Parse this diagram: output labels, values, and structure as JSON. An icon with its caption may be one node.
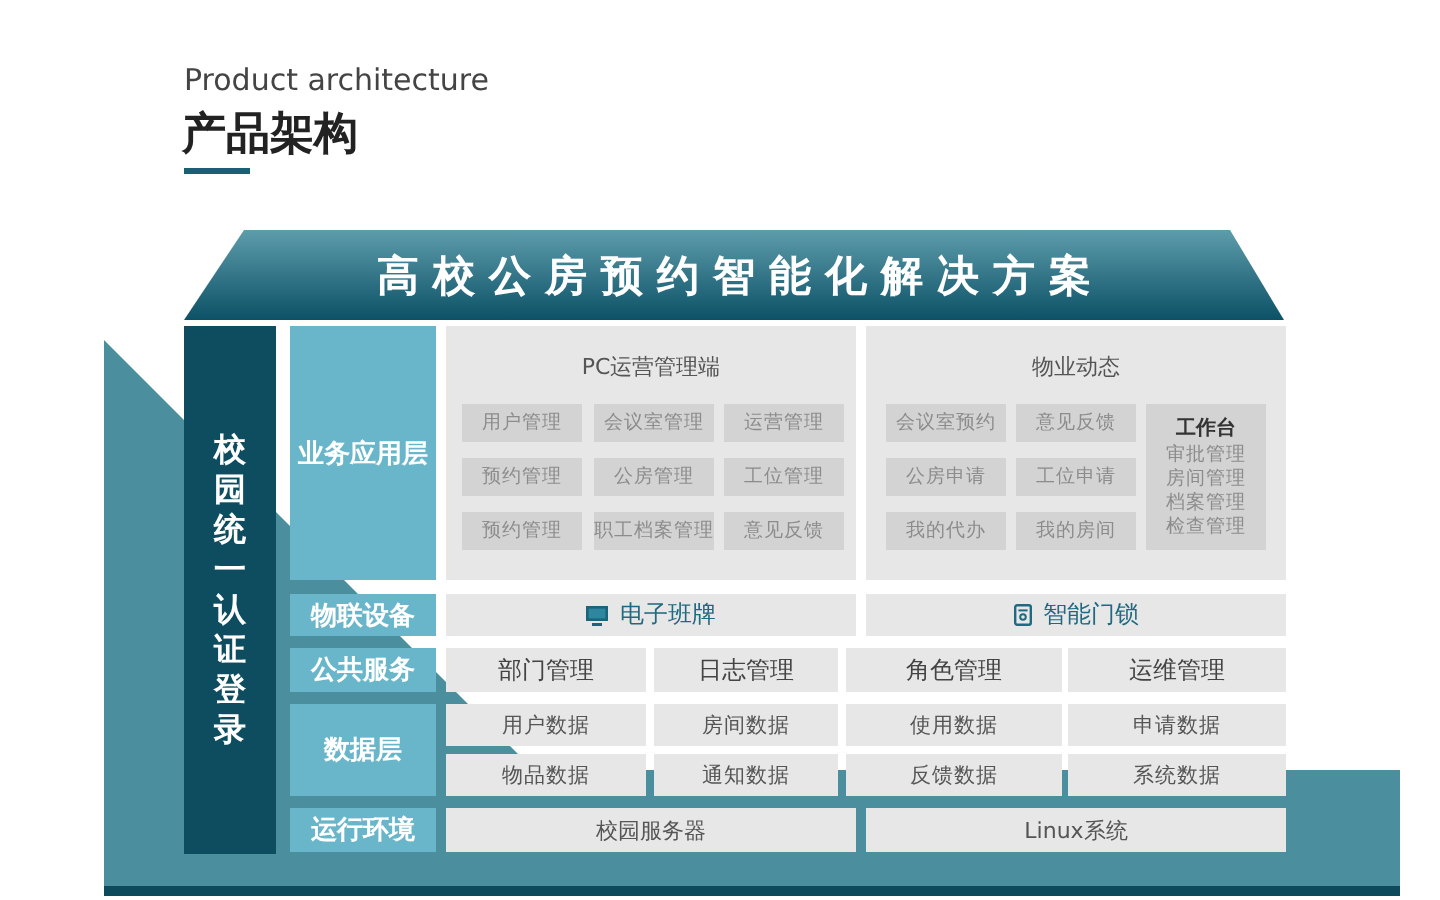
{
  "diagram": {
    "title": "产品架构",
    "nodes": [
      {
        "text": [
          "高校公房预约智能化解决方案"
        ]
      },
      {
        "text": [
          "校园统一认证登录"
        ]
      },
      {
        "text": [
          "业务应用层"
        ]
      },
      {
        "text": [
          "PC运营管理端"
        ]
      },
      {
        "text": [
          "用户管理"
        ],
        "in": 3
      },
      {
        "text": [
          "会议室管理"
        ],
        "in": 3
      },
      {
        "text": [
          "运营管理"
        ],
        "in": 3
      },
      {
        "text": [
          "预约管理"
        ],
        "in": 3
      },
      {
        "text": [
          "公房管理"
        ],
        "in": 3
      },
      {
        "text": [
          "工位管理"
        ],
        "in": 3
      },
      {
        "text": [
          "预约管理"
        ],
        "in": 3
      },
      {
        "text": [
          "职工档案管理"
        ],
        "in": 3
      },
      {
        "text": [
          "意见反馈"
        ],
        "in": 3
      },
      {
        "text": [
          "物业动态"
        ]
      },
      {
        "text": [
          "会议室预约"
        ],
        "in": 13
      },
      {
        "text": [
          "意见反馈"
        ],
        "in": 13
      },
      {
        "text": [
          "工作台",
          "审批管理",
          "房间管理",
          "档案管理",
          "检查管理"
        ],
        "in": 13
      },
      {
        "text": [
          "公房申请"
        ],
        "in": 13
      },
      {
        "text": [
          "工位申请"
        ],
        "in": 13
      },
      {
        "text": [
          "我的代办"
        ],
        "in": 13
      },
      {
        "text": [
          "我的房间"
        ],
        "in": 13
      },
      {
        "text": [
          "物联设备"
        ]
      },
      {
        "text": [
          "电子班牌"
        ]
      },
      {
        "text": [
          "智能门锁"
        ]
      },
      {
        "text": [
          "公共服务"
        ]
      },
      {
        "text": [
          "部门管理"
        ]
      },
      {
        "text": [
          "日志管理"
        ]
      },
      {
        "text": [
          "角色管理"
        ]
      },
      {
        "text": [
          "运维管理"
        ]
      },
      {
        "text": [
          "数据层"
        ]
      },
      {
        "text": [
          "用户数据"
        ]
      },
      {
        "text": [
          "房间数据"
        ]
      },
      {
        "text": [
          "使用数据"
        ]
      },
      {
        "text": [
          "申请数据"
        ]
      },
      {
        "text": [
          "物品数据"
        ]
      },
      {
        "text": [
          "通知数据"
        ]
      },
      {
        "text": [
          "反馈数据"
        ]
      },
      {
        "text": [
          "系统数据"
        ]
      },
      {
        "text": [
          "运行环境"
        ]
      },
      {
        "text": [
          "校园服务器"
        ]
      },
      {
        "text": [
          "Linux系统"
        ]
      }
    ],
    "labels": [
      "Product architecture"
    ]
  }
}
